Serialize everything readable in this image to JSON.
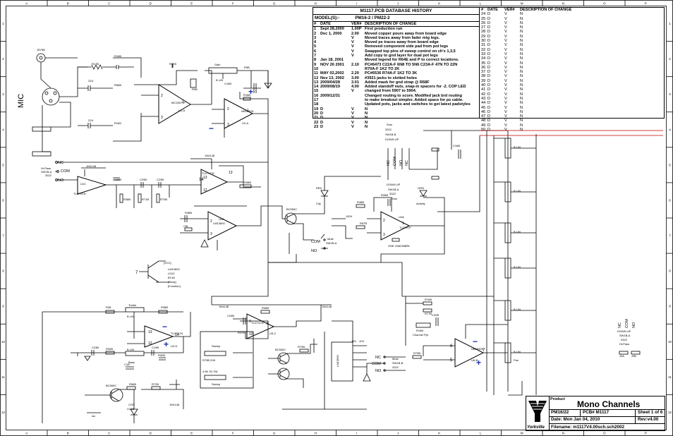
{
  "sheet": {
    "col_letters": [
      "A",
      "B",
      "C",
      "D",
      "E",
      "F",
      "G",
      "H",
      "I",
      "J",
      "K",
      "L",
      "M",
      "N",
      "O",
      "P"
    ],
    "row_numbers": [
      "1",
      "2",
      "3",
      "4",
      "5",
      "6",
      "7",
      "8",
      "9",
      "10",
      "11",
      "12"
    ]
  },
  "database": {
    "title": "M1117.PCB DATABASE HISTORY",
    "models_label": "MODEL(S):-",
    "models_value": "PM16-2 / PM22-2",
    "headers": {
      "num": "#",
      "date": "DATE",
      "ver": "VER#",
      "desc": "DESCRIPTION OF CHANGE"
    },
    "rows": [
      {
        "num": "1",
        "date": "Sept 28,2000",
        "ver": "1.00P",
        "desc": "First production run"
      },
      {
        "num": "2",
        "date": "Dec 1, 2000",
        "ver": "2.00",
        "desc": "Moved copper pours away from board edge"
      },
      {
        "num": "3",
        "date": "",
        "ver": "V",
        "desc": "Moved traces away from fader mtg legs."
      },
      {
        "num": "4",
        "date": "",
        "ver": "V",
        "desc": "Moved ps traces away from board edge"
      },
      {
        "num": "5",
        "date": "",
        "ver": "V",
        "desc": "Removed component side pad from pot legs"
      },
      {
        "num": "6",
        "date": "",
        "ver": "V",
        "desc": "Swapped top pins of sweep control on ch's 1,3,5"
      },
      {
        "num": "7",
        "date": "",
        "ver": "V",
        "desc": "Add copy to gnd layer for dual pot legs"
      },
      {
        "num": "8",
        "date": "Jan 18, 2001",
        "ver": "",
        "desc": "Moved legend for R64E and P to correct locations."
      },
      {
        "num": "9",
        "date": "NOV 26 2001",
        "ver": "2.10",
        "desc": "PC#6473 C22A-F 6N8 TO 5N6 C23A-F 47N TO 22N"
      },
      {
        "num": "10",
        "date": "",
        "ver": "",
        "desc": "R70A-F 1K2 TO 2K"
      },
      {
        "num": "11",
        "date": "MAY 02,2002",
        "ver": "2.20",
        "desc": "PC#6536 R74A-F 1K2 TO 3K"
      },
      {
        "num": "12",
        "date": "Nov 13, 2002",
        "ver": "3.00",
        "desc": "#3921 jacks to slotted holes"
      },
      {
        "num": "13",
        "date": "2009/04/28",
        "ver": "3.01",
        "desc": "Added mask for gnd strap @ R68F"
      },
      {
        "num": "14",
        "date": "2009/08/19",
        "ver": "4.00",
        "desc": "Added standoff nuts, snap-in spacers for -2. COP LED"
      },
      {
        "num": "15",
        "date": "",
        "ver": "V",
        "desc": "changed from 5907 to 5904."
      },
      {
        "num": "16",
        "date": "2009/12/31",
        "ver": "",
        "desc": "Changed routing to score. Modified jack brd routing"
      },
      {
        "num": "17",
        "date": "",
        "ver": "",
        "desc": "to make breakout simpler. Added space for ps cable."
      },
      {
        "num": "18",
        "date": "",
        "ver": "",
        "desc": "Updated pots, jacks and switches to get latest padstyles"
      },
      {
        "num": "19",
        "date": "D",
        "ver": "V",
        "desc": "N"
      },
      {
        "num": "20",
        "date": "D",
        "ver": "V",
        "desc": "N"
      },
      {
        "num": "21",
        "date": "D",
        "ver": "V",
        "desc": "N"
      },
      {
        "num": "22",
        "date": "D",
        "ver": "V",
        "desc": "N"
      },
      {
        "num": "23",
        "date": "D",
        "ver": "V",
        "desc": "N"
      }
    ],
    "right_headers": {
      "num": "#",
      "date": "DATE",
      "ver": "VER#",
      "desc": "DESCRIPTION OF CHANGE"
    },
    "right_rows": [
      {
        "num": "24",
        "date": "D",
        "ver": "V",
        "desc": "N"
      },
      {
        "num": "25",
        "date": "D",
        "ver": "V",
        "desc": "N"
      },
      {
        "num": "26",
        "date": "D",
        "ver": "V",
        "desc": "N"
      },
      {
        "num": "27",
        "date": "D",
        "ver": "V",
        "desc": "N"
      },
      {
        "num": "28",
        "date": "D",
        "ver": "V",
        "desc": "N"
      },
      {
        "num": "29",
        "date": "D",
        "ver": "V",
        "desc": "N"
      },
      {
        "num": "30",
        "date": "D",
        "ver": "V",
        "desc": "N"
      },
      {
        "num": "31",
        "date": "D",
        "ver": "V",
        "desc": "N"
      },
      {
        "num": "32",
        "date": "D",
        "ver": "V",
        "desc": "N"
      },
      {
        "num": "33",
        "date": "D",
        "ver": "V",
        "desc": "N"
      },
      {
        "num": "34",
        "date": "D",
        "ver": "V",
        "desc": "N"
      },
      {
        "num": "35",
        "date": "D",
        "ver": "V",
        "desc": "N"
      },
      {
        "num": "36",
        "date": "D",
        "ver": "V",
        "desc": "N"
      },
      {
        "num": "37",
        "date": "D",
        "ver": "V",
        "desc": "N"
      },
      {
        "num": "38",
        "date": "D",
        "ver": "V",
        "desc": "N"
      },
      {
        "num": "39",
        "date": "D",
        "ver": "V",
        "desc": "N"
      },
      {
        "num": "40",
        "date": "D",
        "ver": "V",
        "desc": "N"
      },
      {
        "num": "41",
        "date": "D",
        "ver": "V",
        "desc": "N"
      },
      {
        "num": "42",
        "date": "D",
        "ver": "V",
        "desc": "N"
      },
      {
        "num": "43",
        "date": "D",
        "ver": "V",
        "desc": "N"
      },
      {
        "num": "44",
        "date": "D",
        "ver": "V",
        "desc": "N"
      },
      {
        "num": "45",
        "date": "D",
        "ver": "V",
        "desc": "N"
      },
      {
        "num": "46",
        "date": "D",
        "ver": "V",
        "desc": "N"
      },
      {
        "num": "47",
        "date": "D",
        "ver": "V",
        "desc": "N"
      },
      {
        "num": "48",
        "date": "D",
        "ver": "V",
        "desc": "N"
      },
      {
        "num": "49",
        "date": "D",
        "ver": "V",
        "desc": "N"
      },
      {
        "num": "50",
        "date": "D",
        "ver": "V",
        "desc": "N"
      }
    ]
  },
  "schematic": {
    "input_jack": "J5Y5B",
    "mic_label": "MIC",
    "ic_labels": [
      "MC33079P",
      "TL07XCN",
      "NE5532N",
      "TL072CP",
      "LM13600",
      "TL072CN",
      "NE5532N"
    ],
    "hipass_label": "Hi-Pass",
    "sw_label": "SW1B-A",
    "sw_ref": "3322",
    "mute_label": "Mute",
    "solo_label": "Solo",
    "sweep_label": "Sweep",
    "treble_label": "Treble",
    "bass_label": "Bass",
    "cop_label": "COP",
    "clip_label": "Clip",
    "activity_label": "Activity",
    "channel_ppl_label": "Channel Ppl.",
    "b_lin_label": "B LIN",
    "pan_label": "Pan",
    "com_label": "COM",
    "nc_label": "NC",
    "no_label": "NO",
    "down_up_label": "DOWN  UP",
    "vcc_label": "[VCC]",
    "lm_label": "LM13600",
    "lm_sub": "U11C",
    "lm_note1": "BY45",
    "lm_note2": "(Body)",
    "lm_note3": "[Function]",
    "pin_seven": "7"
  },
  "titleblock": {
    "product_label": "Product",
    "product_name": "Mono Channels",
    "model": "PM16/22",
    "pcb": "PCB# M1117",
    "sheet": "Sheet  1 of 6",
    "date": "Date: Mon Jan 04, 2010",
    "rev": "Rev:v4.00",
    "filename": "Filename: m1117V4.00sch.sch2002",
    "logo_text": "Yorkville"
  }
}
